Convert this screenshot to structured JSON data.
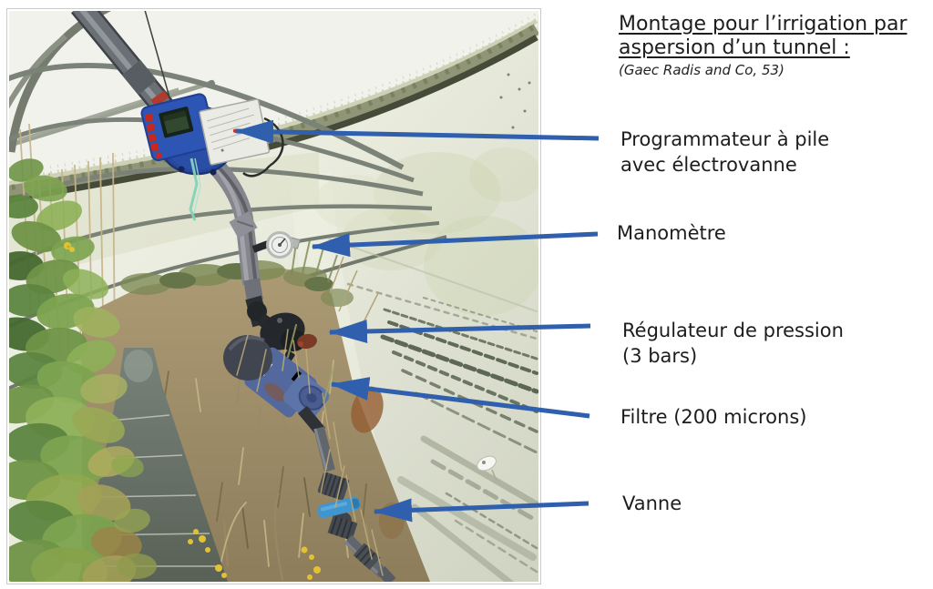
{
  "title": {
    "line1": "Montage pour l’irrigation par",
    "line2": "aspersion d’un tunnel :",
    "credit": "(Gaec Radis and Co, 53)"
  },
  "annotations": {
    "programmer": {
      "line1": "Programmateur à pile",
      "line2": "avec électrovanne"
    },
    "manometer": {
      "line1": "Manomètre"
    },
    "regulator": {
      "line1": "Régulateur de pression",
      "line2": "(3 bars)"
    },
    "filter": {
      "line1": "Filtre (200 microns)"
    },
    "valve": {
      "line1": "Vanne"
    }
  },
  "colors": {
    "arrow": "#2f5fad",
    "text": "#1d1d1d",
    "background": "#ffffff",
    "photo_border": "#c6ccd3"
  }
}
